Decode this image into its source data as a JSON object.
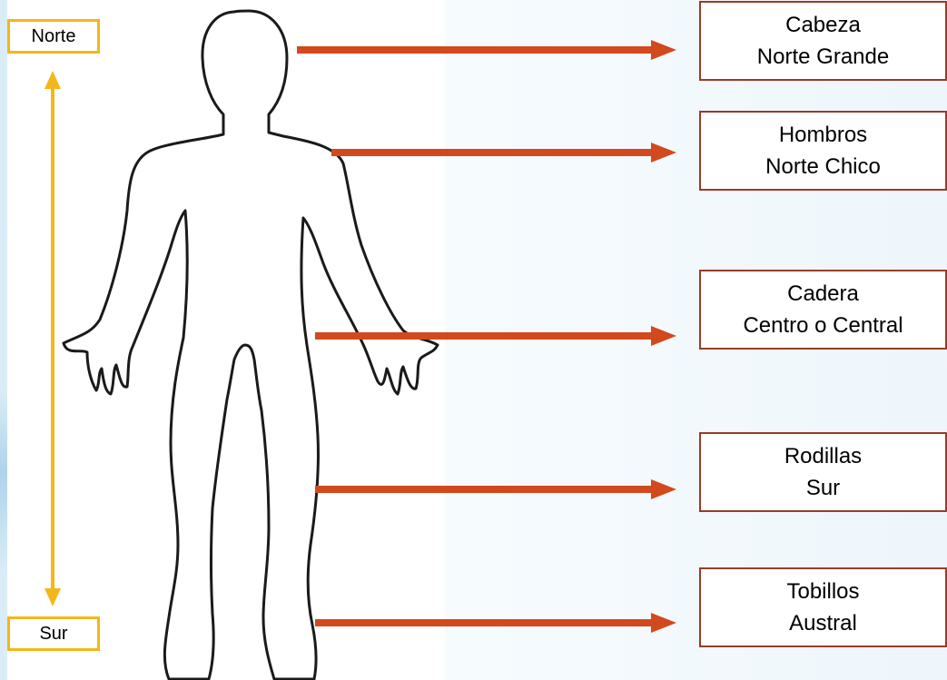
{
  "compass": {
    "north_label": "Norte",
    "south_label": "Sur",
    "arrow_color": "#f3b71b"
  },
  "body_outline": {
    "icon": "human-body-outline-icon",
    "stroke_color": "#1a1a1a"
  },
  "arrow_color": "#d2491d",
  "box_border_color": "#9a3b26",
  "regions": [
    {
      "body_part": "Cabeza",
      "zone": "Norte Grande"
    },
    {
      "body_part": "Hombros",
      "zone": "Norte Chico"
    },
    {
      "body_part": "Cadera",
      "zone": "Centro o Central"
    },
    {
      "body_part": "Rodillas",
      "zone": "Sur"
    },
    {
      "body_part": "Tobillos",
      "zone": "Austral"
    }
  ]
}
